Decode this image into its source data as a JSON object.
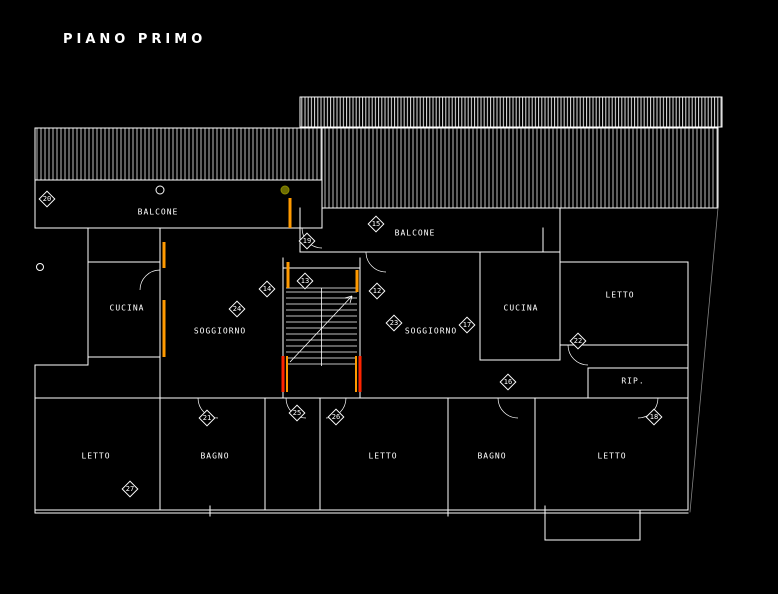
{
  "title": "PIANO PRIMO",
  "colors": {
    "background": "#000000",
    "wall_line": "#ffffff",
    "hatch_line": "#bdbdbd",
    "accent_orange": "#ff9a00",
    "accent_red": "#ff2400",
    "accent_olive": "#6b6b00"
  },
  "rooms": [
    {
      "label": "BALCONE"
    },
    {
      "label": "BALCONE"
    },
    {
      "label": "CUCINA"
    },
    {
      "label": "SOGGIORNO"
    },
    {
      "label": "SOGGIORNO"
    },
    {
      "label": "CUCINA"
    },
    {
      "label": "LETTO"
    },
    {
      "label": "RIP."
    },
    {
      "label": "LETTO"
    },
    {
      "label": "BAGNO"
    },
    {
      "label": "LETTO"
    },
    {
      "label": "BAGNO"
    },
    {
      "label": "LETTO"
    }
  ],
  "markers": [
    {
      "n": "20"
    },
    {
      "n": "19"
    },
    {
      "n": "15"
    },
    {
      "n": "14"
    },
    {
      "n": "13"
    },
    {
      "n": "24"
    },
    {
      "n": "12"
    },
    {
      "n": "23"
    },
    {
      "n": "17"
    },
    {
      "n": "22"
    },
    {
      "n": "16"
    },
    {
      "n": "21"
    },
    {
      "n": "25"
    },
    {
      "n": "26"
    },
    {
      "n": "18"
    },
    {
      "n": "27"
    }
  ]
}
